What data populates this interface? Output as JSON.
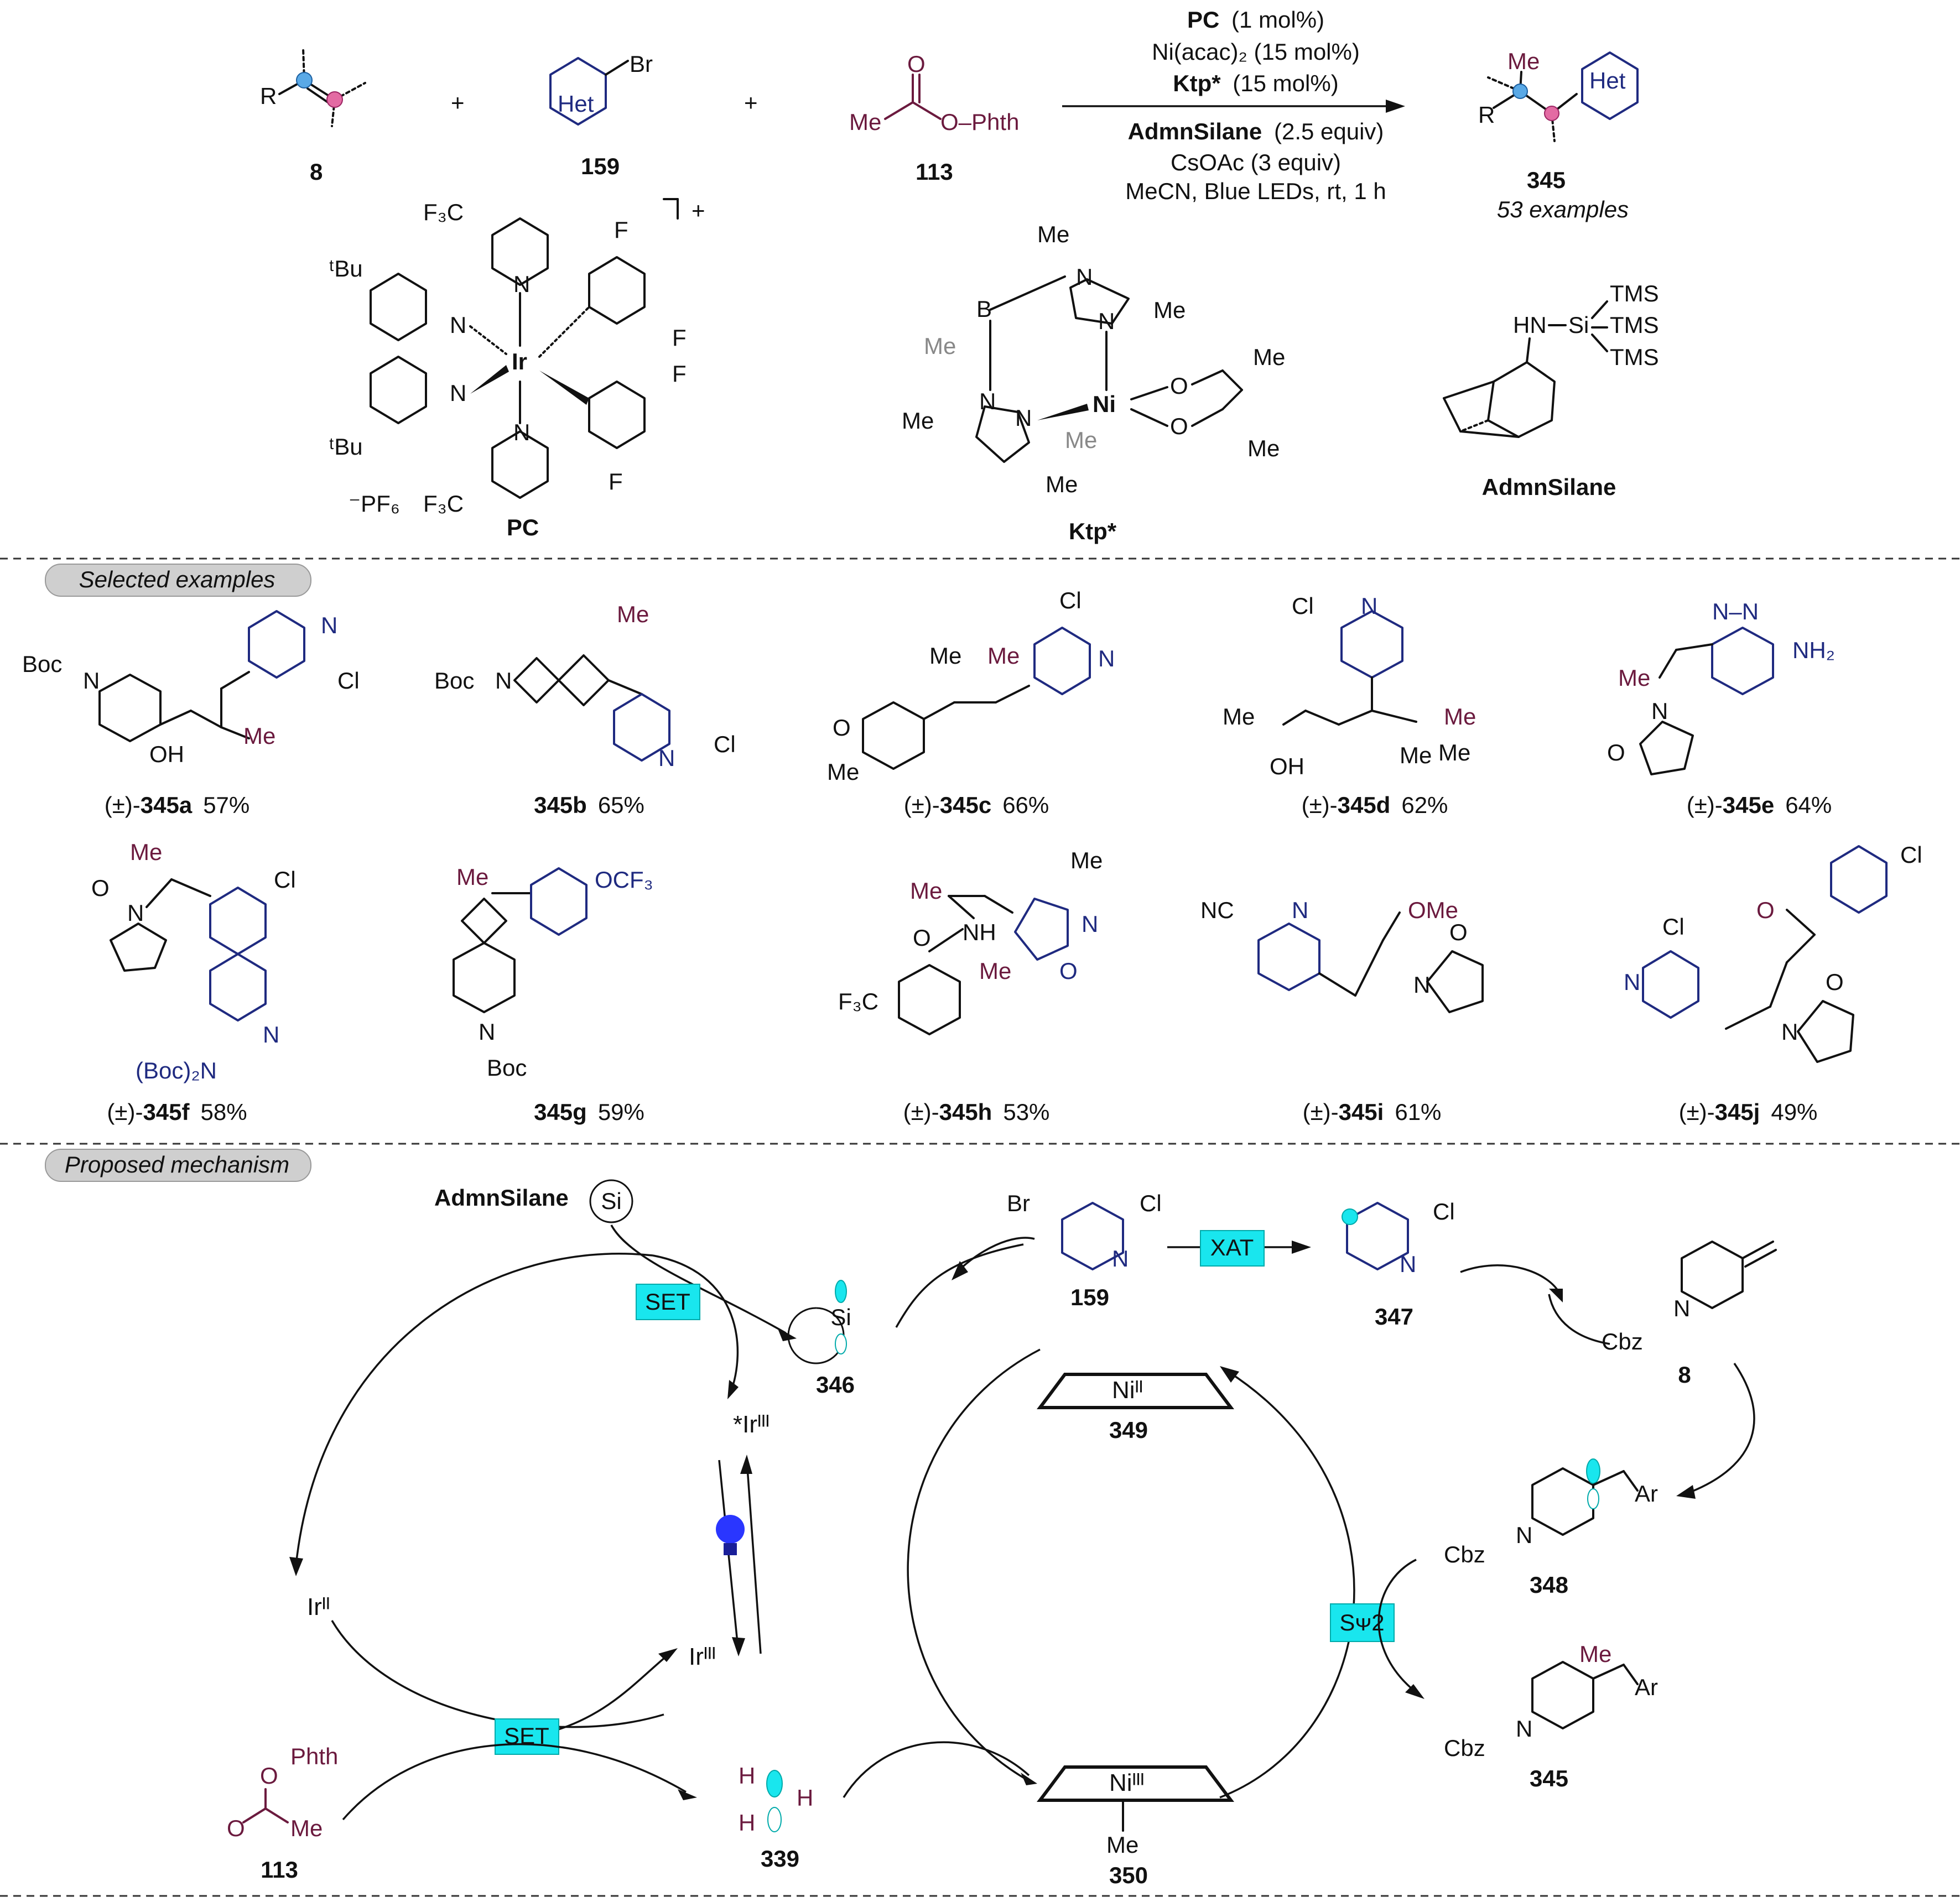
{
  "reaction": {
    "reagent_8": {
      "label": "8",
      "r": "R"
    },
    "reagent_159": {
      "label": "159",
      "het": "Het",
      "br": "Br"
    },
    "reagent_113": {
      "label": "113",
      "me": "Me",
      "o": "O",
      "phth": "O–Phth"
    },
    "product": {
      "label": "345",
      "examples": "53 examples",
      "me": "Me",
      "r": "R",
      "het": "Het"
    },
    "conditions": {
      "pc": "PC",
      "pc_amount": "(1 mol%)",
      "ni": "Ni(acac)₂ (15 mol%)",
      "ktp": "Ktp*",
      "ktp_amount": "(15 mol%)",
      "silane": "AdmnSilane",
      "silane_amount": "(2.5 equiv)",
      "base": "CsOAc (3 equiv)",
      "solvent": "MeCN, Blue LEDs, rt, 1 h"
    },
    "plus": "+"
  },
  "catalysts": {
    "pc": {
      "label": "PC",
      "charge": "+",
      "counterion": "⁻PF₆",
      "metal": "Ir",
      "tbu": "ᵗBu",
      "cf3": "F₃C",
      "f": "F",
      "n": "N"
    },
    "ktp": {
      "label": "Ktp*",
      "b": "B",
      "ni": "Ni",
      "me": "Me",
      "n": "N",
      "o": "O"
    },
    "silane": {
      "label": "AdmnSilane",
      "hn": "HN",
      "si": "Si",
      "tms": "TMS"
    }
  },
  "sections": {
    "selected": "Selected examples",
    "mechanism": "Proposed mechanism"
  },
  "examples": [
    {
      "prefix": "(±)-",
      "id": "345a",
      "yield": "57%"
    },
    {
      "prefix": "",
      "id": "345b",
      "yield": "65%"
    },
    {
      "prefix": "(±)-",
      "id": "345c",
      "yield": "66%"
    },
    {
      "prefix": "(±)-",
      "id": "345d",
      "yield": "62%"
    },
    {
      "prefix": "(±)-",
      "id": "345e",
      "yield": "64%"
    },
    {
      "prefix": "(±)-",
      "id": "345f",
      "yield": "58%"
    },
    {
      "prefix": "",
      "id": "345g",
      "yield": "59%"
    },
    {
      "prefix": "(±)-",
      "id": "345h",
      "yield": "53%"
    },
    {
      "prefix": "(±)-",
      "id": "345i",
      "yield": "61%"
    },
    {
      "prefix": "(±)-",
      "id": "345j",
      "yield": "49%"
    }
  ],
  "example_labels": {
    "boc": "Boc",
    "n": "N",
    "oh": "OH",
    "me": "Me",
    "cl": "Cl",
    "o": "O",
    "nh2": "NH₂",
    "nnn": "N–N",
    "ocf3": "OCF₃",
    "boc2n": "(Boc)₂N",
    "nh": "NH",
    "f3c": "F₃C",
    "nc": "NC",
    "ome": "OMe"
  },
  "mechanism": {
    "silane": "AdmnSilane",
    "si": "Si",
    "set": "SET",
    "xat": "XAT",
    "sh2": "Sᴪ2",
    "ir3_excited": "*Irᴵᴵᴵ",
    "ir2": "Irᴵᴵ",
    "ir3": "Irᴵᴵᴵ",
    "ni2": "Niᴵᴵ",
    "ni3": "Niᴵᴵᴵ",
    "c346": "346",
    "c159": "159",
    "c347": "347",
    "c8": "8",
    "c348": "348",
    "c349": "349",
    "c350": "350",
    "c345": "345",
    "c339": "339",
    "c113": "113",
    "br": "Br",
    "cl": "Cl",
    "n": "N",
    "cbz": "Cbz",
    "ar": "Ar",
    "me": "Me",
    "h": "H",
    "phth": "Phth",
    "o": "O"
  }
}
